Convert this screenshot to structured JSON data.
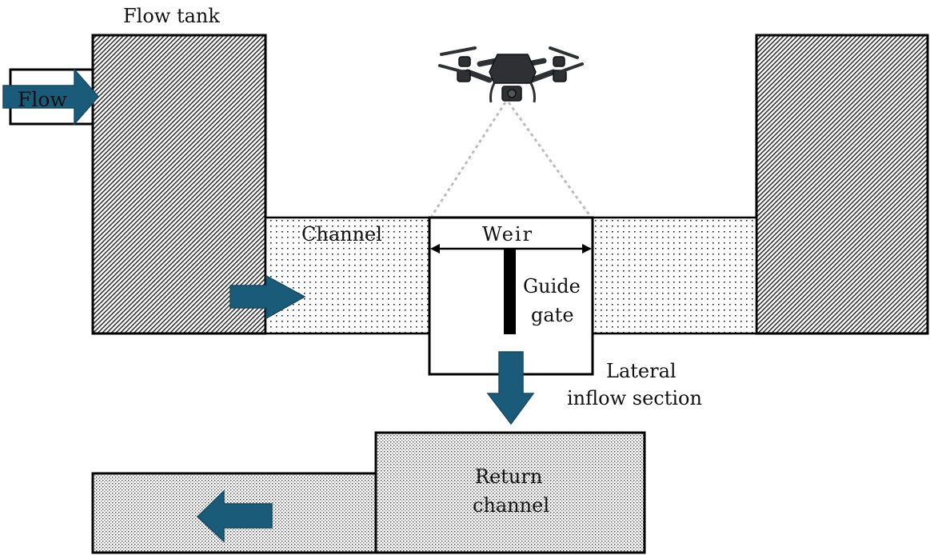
{
  "labels": {
    "flow_tank": "Flow tank",
    "flow": "Flow",
    "channel": "Channel",
    "weir": "Weir",
    "guide_gate_line1": "Guide",
    "guide_gate_line2": "gate",
    "lateral_line1": "Lateral",
    "lateral_line2": "inflow section",
    "return_line1": "Return",
    "return_line2": "channel"
  },
  "colors": {
    "arrow": "#1b5b7a",
    "arrow_border": "#164a63",
    "outline": "#000000",
    "camera_view_line": "#bdbdbd",
    "drone_body": "#2e3034"
  },
  "icons": {
    "drone": "drone-icon",
    "arrows": [
      "arrow-right-icon",
      "arrow-down-icon",
      "arrow-left-icon"
    ]
  }
}
